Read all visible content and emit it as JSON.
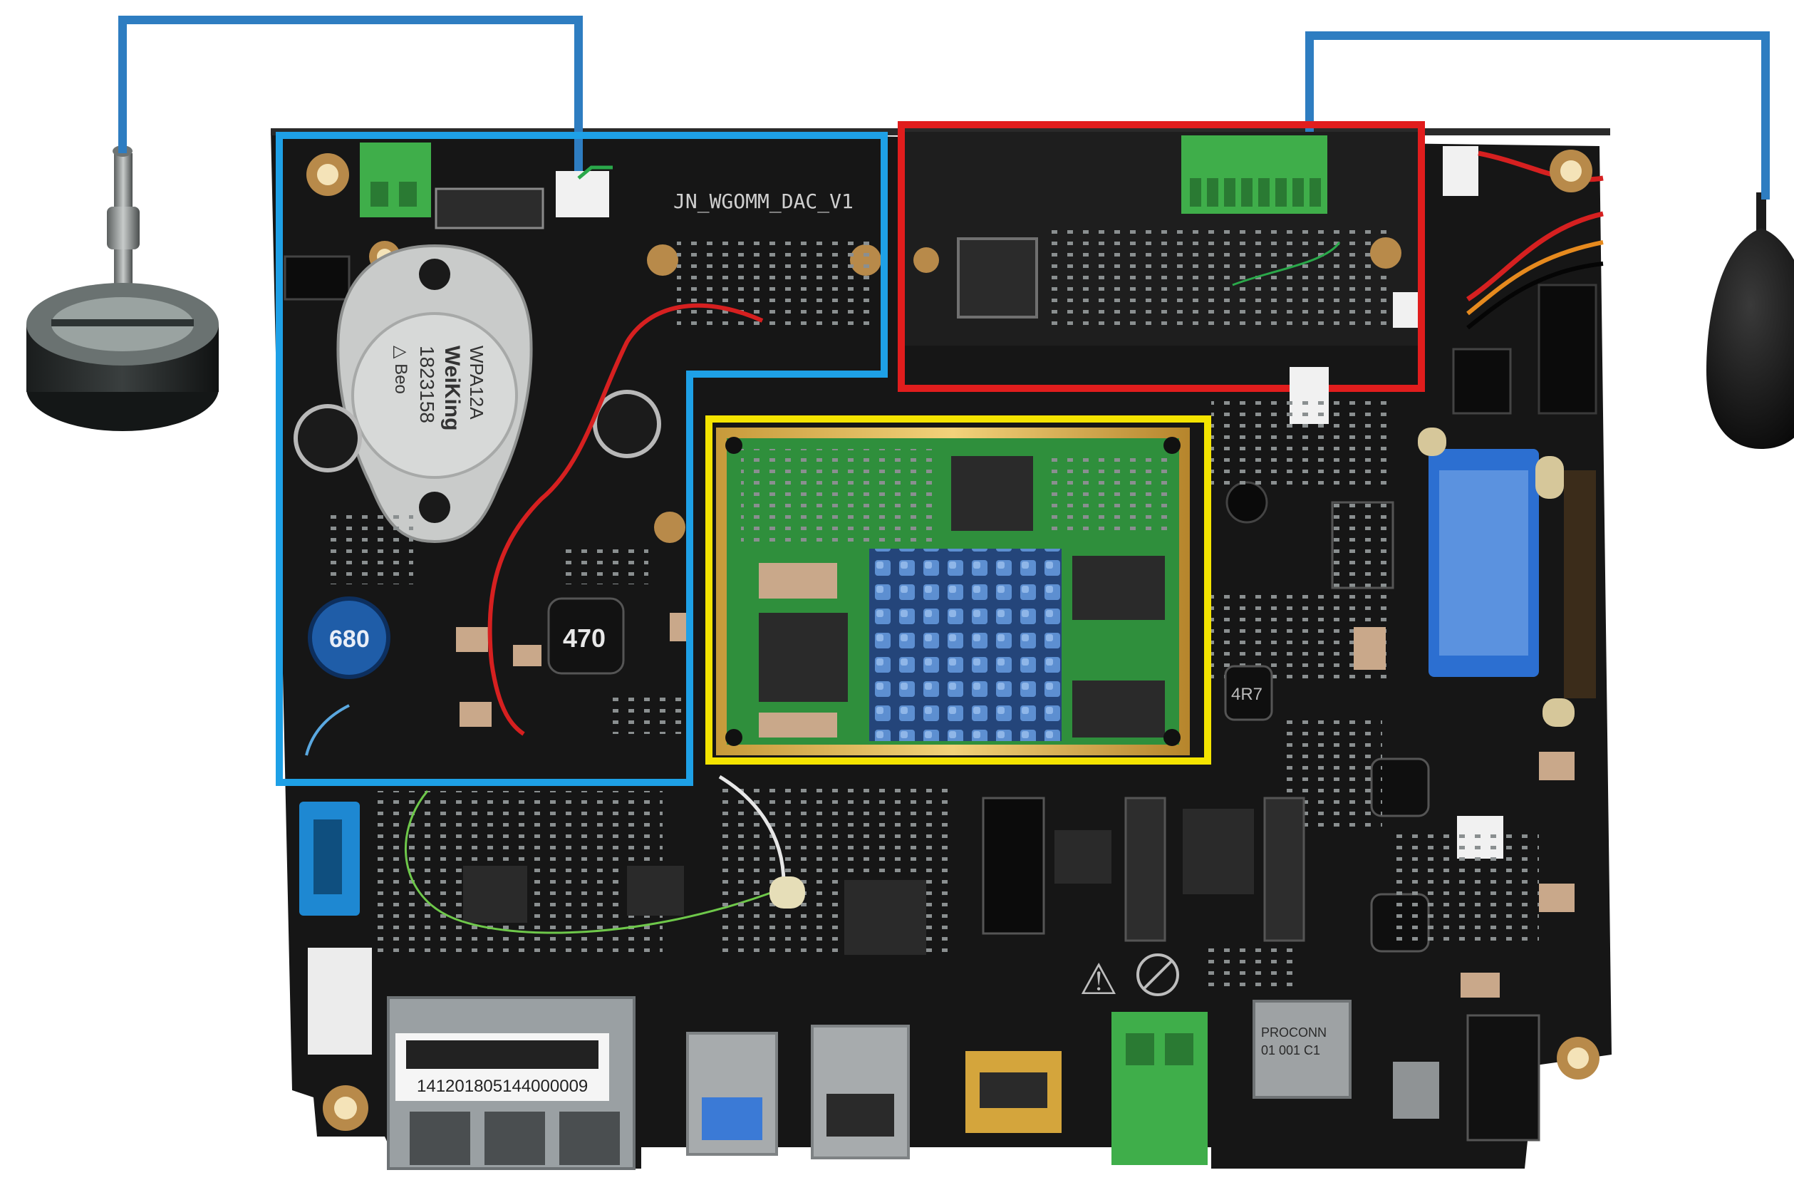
{
  "board": {
    "silkscreen_title": "JN_WGOMM_DAC_V1",
    "transistor_lines": [
      "WPA12A",
      "WeiKing",
      "1823158",
      "△ Beo"
    ],
    "inductor_small_label": "680",
    "inductor_large_label": "470",
    "inductor_side_label": "4R7",
    "barcode_number": "141201805144000009",
    "sd_slot_lines": [
      "PROCONN",
      "01 001 C1"
    ]
  },
  "colors": {
    "pcb": "#161616",
    "blue_region": "#1ea0e6",
    "red_region": "#e11d1d",
    "yellow_region": "#f4e400",
    "cable": "#2e7dc1",
    "green_terminal": "#3fae4a",
    "module_green": "#2f8f3c",
    "heatsink": "#3e6fb0"
  },
  "icons": {
    "esd_warning": "triangle-warning-icon",
    "no_lead": "no-pb-icon"
  }
}
